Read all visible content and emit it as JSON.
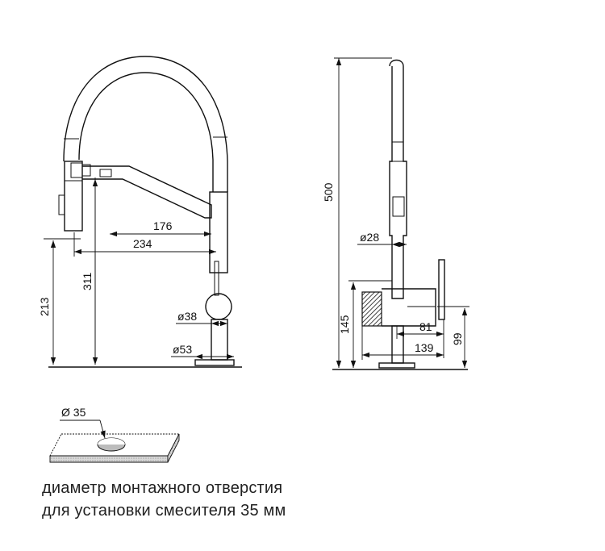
{
  "front_view": {
    "dim_176": "176",
    "dim_234": "234",
    "dim_213": "213",
    "dim_311": "311",
    "dim_d38": "ø38",
    "dim_d53": "ø53"
  },
  "side_view": {
    "dim_500": "500",
    "dim_d28": "ø28",
    "dim_145": "145",
    "dim_81": "81",
    "dim_139": "139",
    "dim_99": "99"
  },
  "mounting_hole": {
    "dim_d35": "Ø 35"
  },
  "caption": {
    "line1": "диаметр монтажного отверстия",
    "line2": "для установки смесителя 35 мм"
  }
}
